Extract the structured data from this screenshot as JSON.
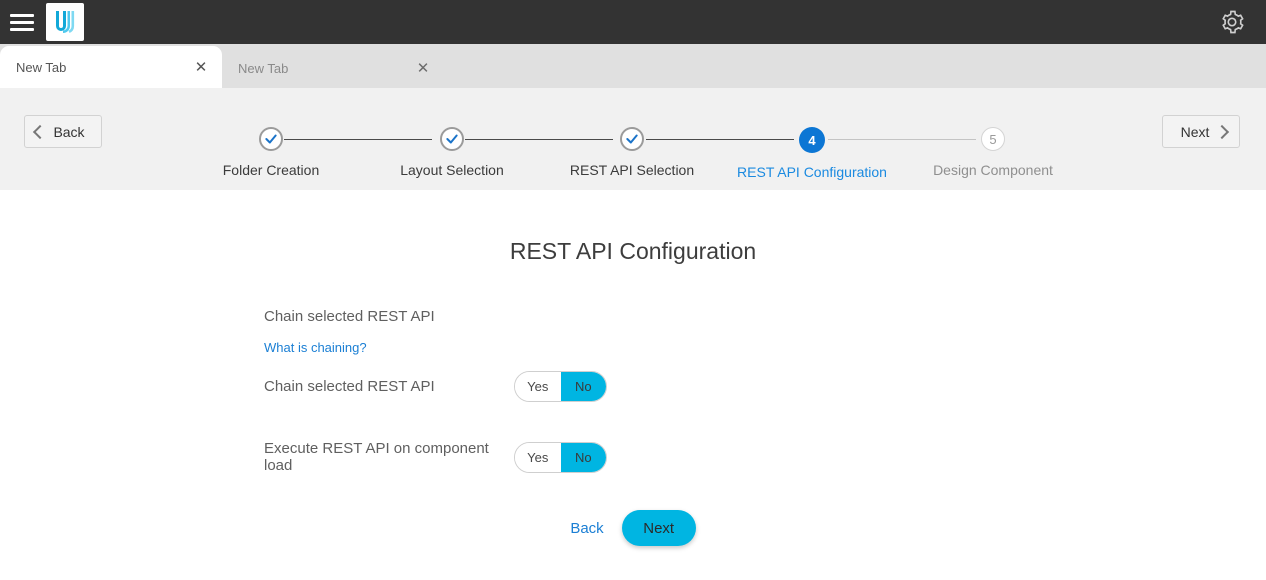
{
  "topbar": {
    "menu_icon": "hamburger-icon",
    "logo_alt": "uj-logo",
    "settings_icon": "gear-icon"
  },
  "tabs": [
    {
      "label": "New Tab",
      "active": true,
      "close_icon": "close-icon"
    },
    {
      "label": "New Tab",
      "active": false,
      "close_icon": "close-icon"
    }
  ],
  "toolbar": {
    "back_label": "Back",
    "next_label": "Next",
    "back_icon": "chevron-left-icon",
    "next_icon": "chevron-right-icon"
  },
  "stepper": {
    "steps": [
      {
        "label": "Folder Creation",
        "marker": "✓",
        "state": "done"
      },
      {
        "label": "Layout Selection",
        "marker": "✓",
        "state": "done"
      },
      {
        "label": "REST API Selection",
        "marker": "✓",
        "state": "done"
      },
      {
        "label": "REST API Configuration",
        "marker": "4",
        "state": "active"
      },
      {
        "label": "Design Component",
        "marker": "5",
        "state": "todo"
      }
    ]
  },
  "main": {
    "title": "REST API Configuration",
    "heading_text": "Chain selected REST API",
    "chaining_link": "What is chaining?",
    "fields": [
      {
        "label": "Chain selected REST API",
        "toggle": {
          "yes_label": "Yes",
          "no_label": "No",
          "value": "No"
        }
      },
      {
        "label": "Execute REST API on component load",
        "toggle": {
          "yes_label": "Yes",
          "no_label": "No",
          "value": "No"
        }
      }
    ]
  },
  "footer": {
    "back_label": "Back",
    "next_label": "Next"
  },
  "colors": {
    "accent_cyan": "#00b5e2",
    "link_blue": "#1b7fd4",
    "active_step_blue": "#0c76d4",
    "topbar_dark": "#333333",
    "stepper_bg": "#f1f1f1"
  }
}
